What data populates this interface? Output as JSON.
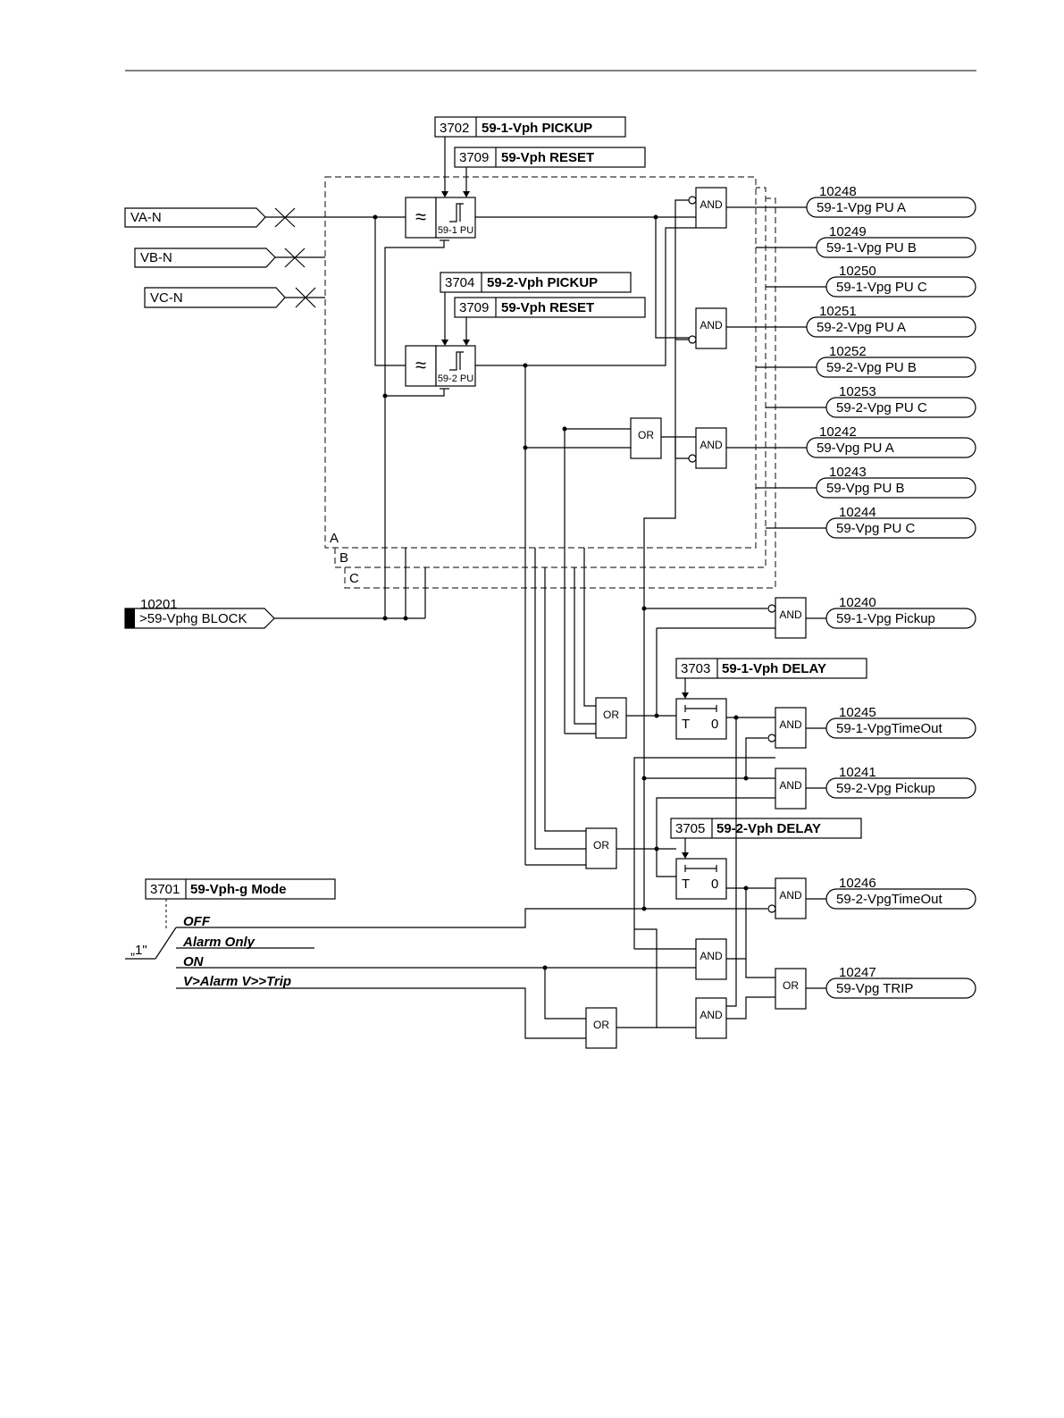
{
  "parameters": {
    "p3702": {
      "num": "3702",
      "name": "59-1-Vph PICKUP"
    },
    "p3709a": {
      "num": "3709",
      "name": "59-Vph RESET"
    },
    "p3704": {
      "num": "3704",
      "name": "59-2-Vph PICKUP"
    },
    "p3709b": {
      "num": "3709",
      "name": "59-Vph RESET"
    },
    "p3703": {
      "num": "3703",
      "name": "59-1-Vph DELAY"
    },
    "p3705": {
      "num": "3705",
      "name": "59-2-Vph DELAY"
    },
    "p3701": {
      "num": "3701",
      "name": "59-Vph-g Mode"
    }
  },
  "inputs": {
    "va": "VA-N",
    "vb": "VB-N",
    "vc": "VC-N",
    "block_num": "10201",
    "block": ">59-Vphg BLOCK"
  },
  "elements": {
    "pu1": "59-1 PU",
    "pu2": "59-2 PU",
    "timer_t": "T",
    "timer_zero": "0"
  },
  "gates": {
    "and": "AND",
    "or": "OR"
  },
  "phases": {
    "a": "A",
    "b": "B",
    "c": "C"
  },
  "outputs": [
    {
      "num": "10248",
      "label": "59-1-Vpg PU A"
    },
    {
      "num": "10249",
      "label": "59-1-Vpg PU B"
    },
    {
      "num": "10250",
      "label": "59-1-Vpg PU C"
    },
    {
      "num": "10251",
      "label": "59-2-Vpg PU A"
    },
    {
      "num": "10252",
      "label": "59-2-Vpg PU B"
    },
    {
      "num": "10253",
      "label": "59-2-Vpg PU C"
    },
    {
      "num": "10242",
      "label": "59-Vpg PU A"
    },
    {
      "num": "10243",
      "label": "59-Vpg PU B"
    },
    {
      "num": "10244",
      "label": "59-Vpg PU C"
    },
    {
      "num": "10240",
      "label": "59-1-Vpg Pickup"
    },
    {
      "num": "10245",
      "label": "59-1-VpgTimeOut"
    },
    {
      "num": "10241",
      "label": "59-2-Vpg Pickup"
    },
    {
      "num": "10246",
      "label": "59-2-VpgTimeOut"
    },
    {
      "num": "10247",
      "label": "59-Vpg TRIP"
    }
  ],
  "mode": {
    "switch_label": "„1\"",
    "options": [
      "OFF",
      "Alarm Only",
      "ON",
      "V>Alarm V>>Trip"
    ]
  }
}
